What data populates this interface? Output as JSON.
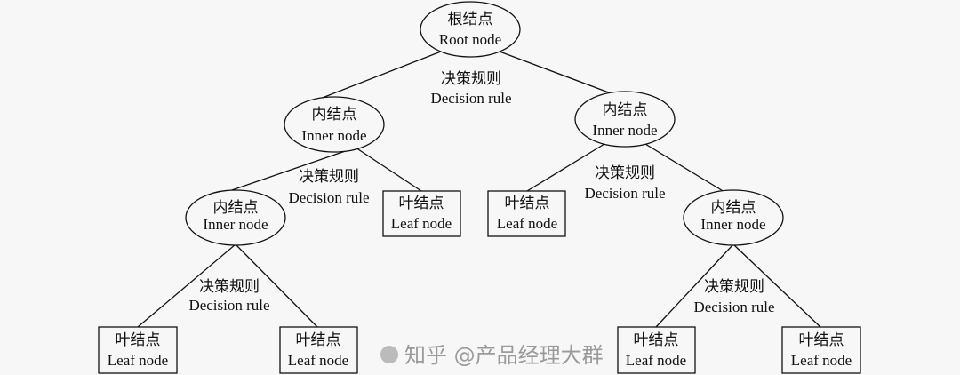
{
  "nodes": {
    "root": {
      "zh": "根结点",
      "en": "Root node"
    },
    "inner_left": {
      "zh": "内结点",
      "en": "Inner node"
    },
    "inner_right": {
      "zh": "内结点",
      "en": "Inner node"
    },
    "inner_left_2": {
      "zh": "内结点",
      "en": "Inner node"
    },
    "inner_right_2": {
      "zh": "内结点",
      "en": "Inner node"
    },
    "leaf_1": {
      "zh": "叶结点",
      "en": "Leaf node"
    },
    "leaf_2": {
      "zh": "叶结点",
      "en": "Leaf node"
    },
    "leaf_3": {
      "zh": "叶结点",
      "en": "Leaf node"
    },
    "leaf_4": {
      "zh": "叶结点",
      "en": "Leaf node"
    },
    "leaf_5": {
      "zh": "叶结点",
      "en": "Leaf node"
    },
    "leaf_6": {
      "zh": "叶结点",
      "en": "Leaf node"
    }
  },
  "rules": [
    {
      "zh": "决策规则",
      "en": "Decision rule"
    },
    {
      "zh": "决策规则",
      "en": "Decision rule"
    },
    {
      "zh": "决策规则",
      "en": "Decision rule"
    },
    {
      "zh": "决策规则",
      "en": "Decision rule"
    },
    {
      "zh": "决策规则",
      "en": "Decision rule"
    }
  ],
  "watermark": "知乎 @产品经理大群"
}
